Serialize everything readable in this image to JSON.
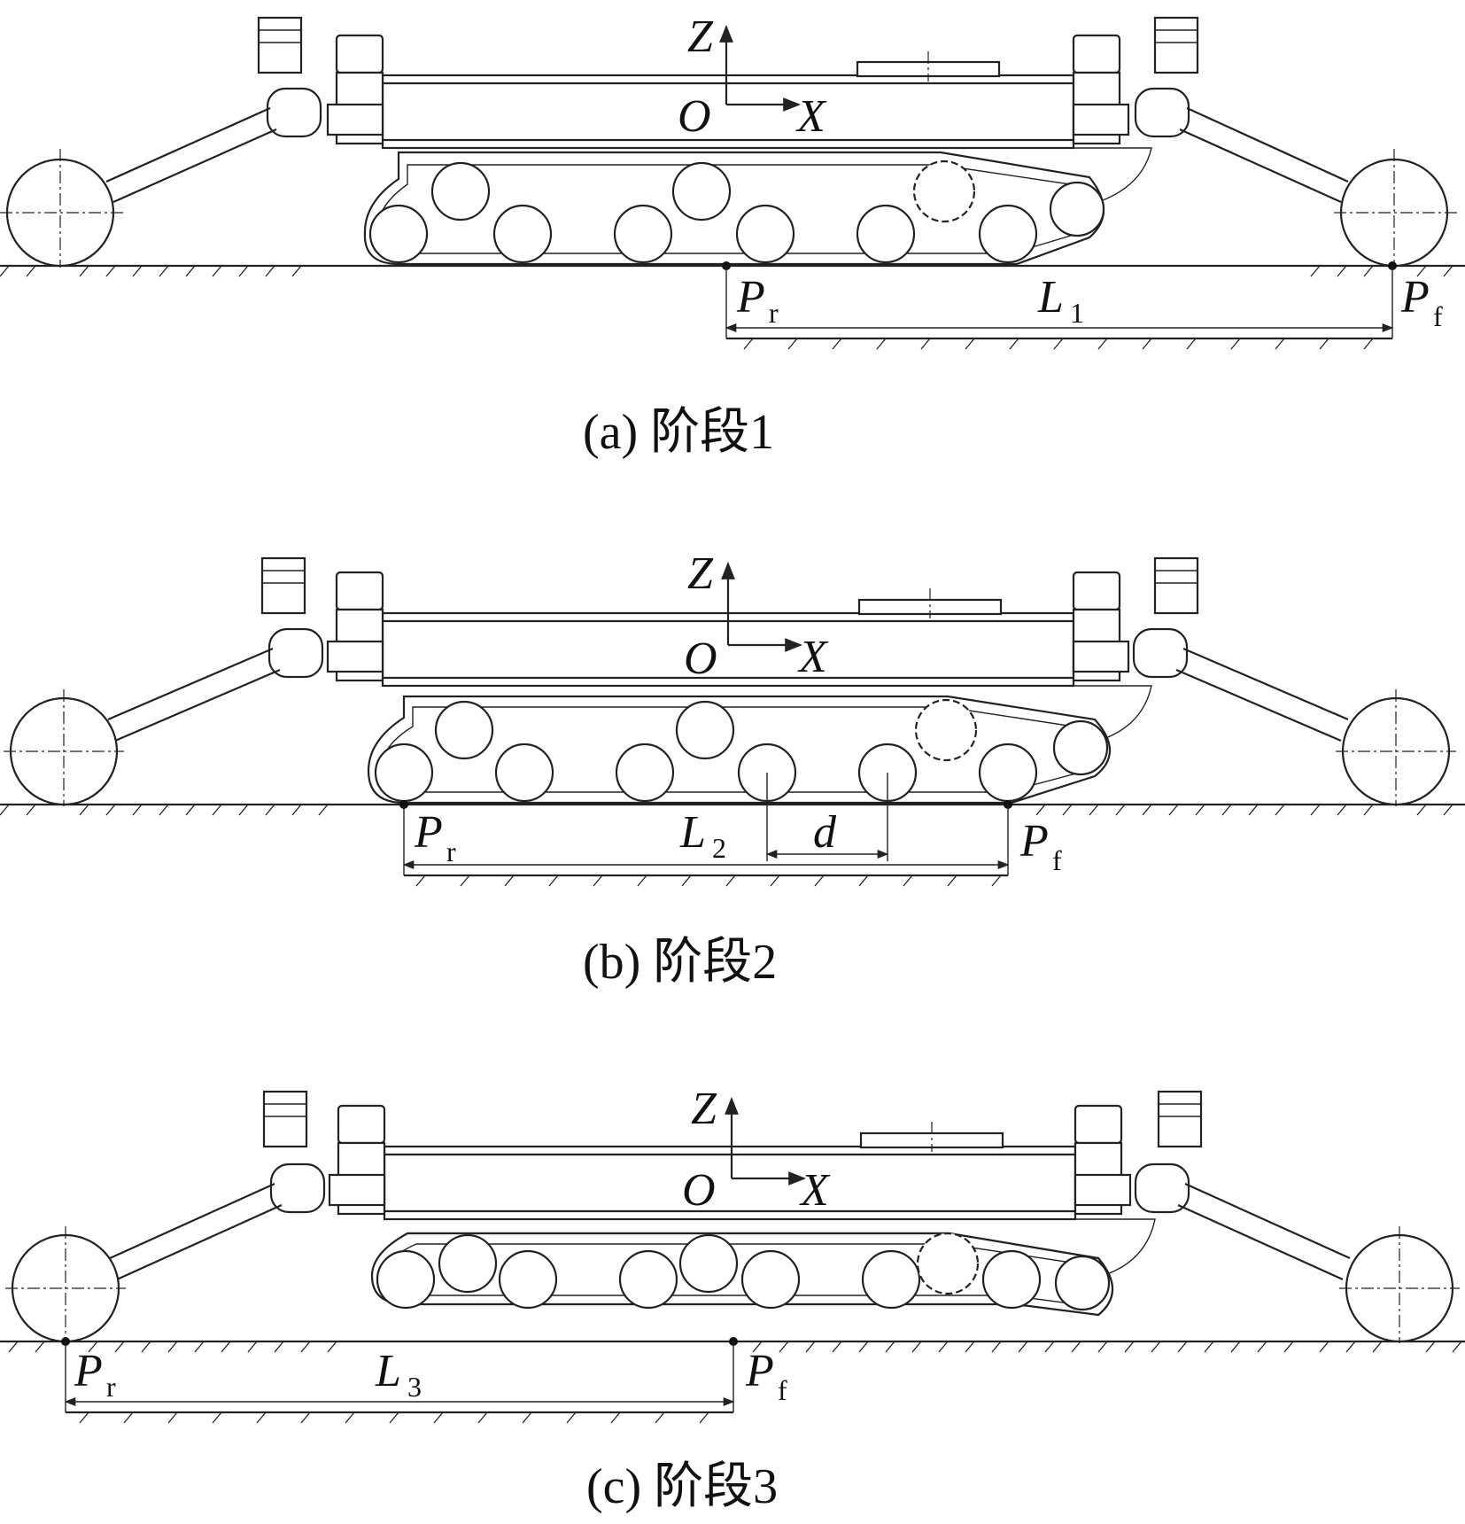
{
  "panels": [
    {
      "caption": "(a)  阶段1",
      "axes": {
        "z": "Z",
        "origin": "O",
        "x": "X"
      },
      "rear_point": {
        "letter": "P",
        "sub": "r"
      },
      "front_point": {
        "letter": "P",
        "sub": "f"
      },
      "length": {
        "letter": "L",
        "sub": "1"
      }
    },
    {
      "caption": "(b)  阶段2",
      "axes": {
        "z": "Z",
        "origin": "O",
        "x": "X"
      },
      "rear_point": {
        "letter": "P",
        "sub": "r"
      },
      "front_point": {
        "letter": "P",
        "sub": "f"
      },
      "length": {
        "letter": "L",
        "sub": "2"
      },
      "spacing": "d"
    },
    {
      "caption": "(c)  阶段3",
      "axes": {
        "z": "Z",
        "origin": "O",
        "x": "X"
      },
      "rear_point": {
        "letter": "P",
        "sub": "r"
      },
      "front_point": {
        "letter": "P",
        "sub": "f"
      },
      "length": {
        "letter": "L",
        "sub": "3"
      }
    }
  ]
}
